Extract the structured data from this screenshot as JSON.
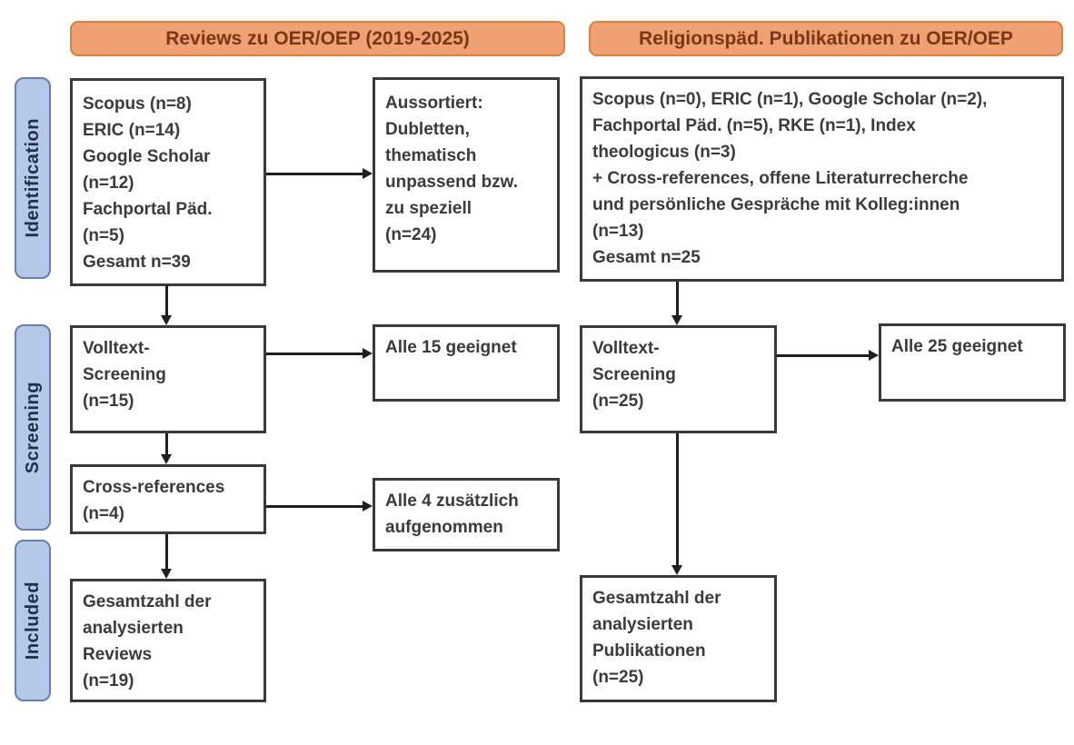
{
  "headers": {
    "left": "Reviews zu OER/OEP (2019-2025)",
    "right": "Religionspäd. Publikationen zu OER/OEP"
  },
  "stage_labels": {
    "identification": "Identification",
    "screening": "Screening",
    "included": "Included"
  },
  "left_flow": {
    "sources": "Scopus (n=8)\nERIC (n=14)\nGoogle Scholar\n(n=12)\nFachportal Päd.\n(n=5)\nGesamt n=39",
    "excluded": "Aussortiert:\nDubletten,\nthematisch\nunpassend bzw.\nzu speziell\n(n=24)",
    "fulltext_screening": "Volltext-\nScreening\n(n=15)",
    "fulltext_result": "Alle 15 geeignet",
    "cross_references": "Cross-references\n(n=4)",
    "cross_references_result": "Alle 4 zusätzlich\naufgenommen",
    "included_total": "Gesamtzahl der\nanalysierten\nReviews\n(n=19)"
  },
  "right_flow": {
    "sources": "Scopus (n=0), ERIC (n=1), Google Scholar (n=2),\nFachportal Päd. (n=5), RKE (n=1), Index\ntheologicus (n=3)\n+ Cross-references, offene Literaturrecherche\nund persönliche Gespräche mit Kolleg:innen\n(n=13)\nGesamt n=25",
    "fulltext_screening": "Volltext-\nScreening\n(n=25)",
    "fulltext_result": "Alle 25 geeignet",
    "included_total": "Gesamtzahl der\nanalysierten\nPublikationen\n(n=25)"
  },
  "colors": {
    "header_fill": "#f0a173",
    "header_border": "#d8823f",
    "header_text": "#7b3517",
    "stage_fill": "#b6c8e8",
    "stage_border": "#637fb4",
    "stage_text": "#1f2f4e",
    "box_border": "#3a3a3a",
    "box_text": "#3b3b3b",
    "arrow": "#1f1f1f",
    "background": "#ffffff"
  }
}
